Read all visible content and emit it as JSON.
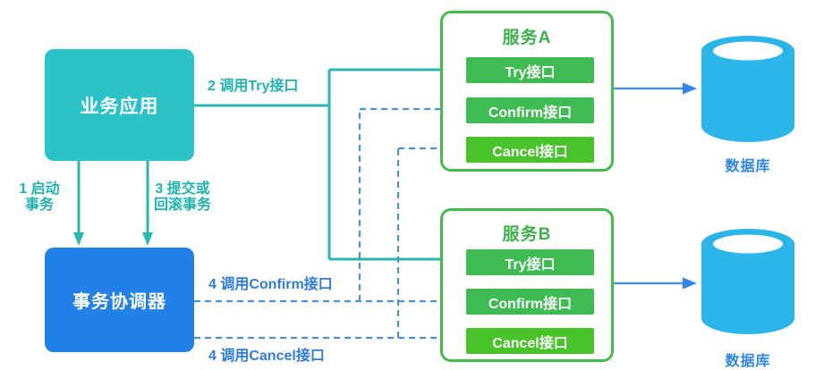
{
  "diagram_title": "TCC distributed transaction (Try-Confirm-Cancel) flow",
  "palette": {
    "teal_node": "#2bc2c8",
    "teal_line": "#2bb6ae",
    "blue_node": "#2181e8",
    "blue_line": "#4a90e2",
    "blue_dashed": "#4e8fd6",
    "green_border": "#43bc4c",
    "green_button": "#3ebb52",
    "green_button_bright": "#49c32a",
    "db_cyan": "#2cb5e9",
    "label_teal": "#1fb4ae",
    "label_blue": "#2e7ce0"
  },
  "nodes": {
    "business_app": {
      "label": "业务应用"
    },
    "coordinator": {
      "label": "事务协调器"
    },
    "service_a": {
      "title": "服务A",
      "buttons": [
        {
          "label": "Try接口"
        },
        {
          "label": "Confirm接口"
        },
        {
          "label": "Cancel接口"
        }
      ]
    },
    "service_b": {
      "title": "服务B",
      "buttons": [
        {
          "label": "Try接口"
        },
        {
          "label": "Confirm接口"
        },
        {
          "label": "Cancel接口"
        }
      ]
    },
    "database_a": {
      "label": "数据库"
    },
    "database_b": {
      "label": "数据库"
    }
  },
  "edges": {
    "call_try": {
      "label": "2 调用Try接口"
    },
    "start_tx": {
      "line1": "1 启动",
      "line2": "事务"
    },
    "commit_rollback": {
      "line1": "3 提交或",
      "line2": "回滚事务"
    },
    "call_confirm": {
      "label": "4 调用Confirm接口"
    },
    "call_cancel": {
      "label": "4 调用Cancel接口"
    }
  }
}
